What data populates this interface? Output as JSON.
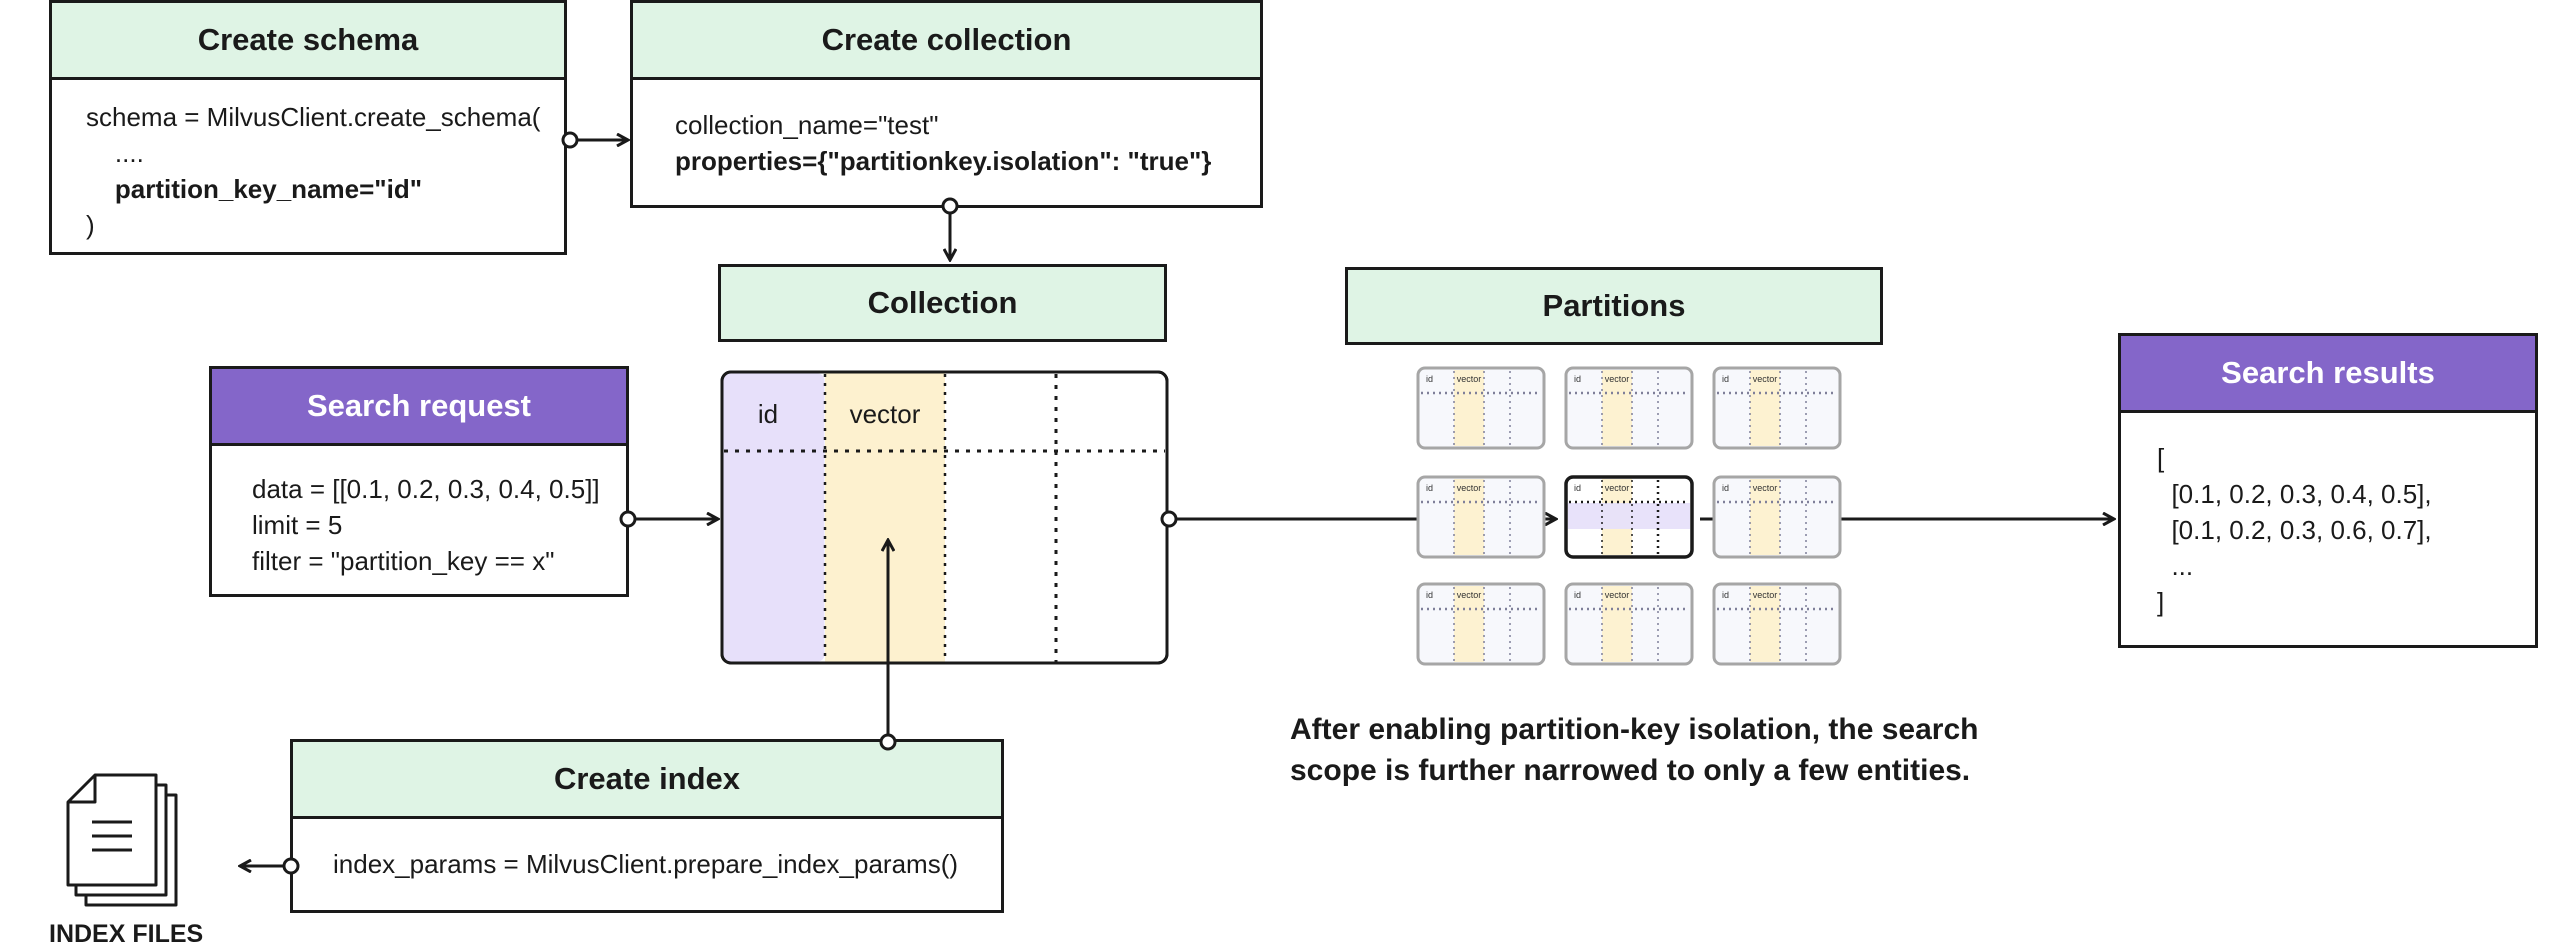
{
  "create_schema": {
    "title": "Create schema",
    "lines": [
      "schema = MilvusClient.create_schema(",
      "    ....",
      "    partition_key_name=\"id\"",
      ")"
    ]
  },
  "create_collection": {
    "title": "Create collection",
    "lines": [
      "collection_name=\"test\"",
      "properties={\"partitionkey.isolation\": \"true\"}"
    ]
  },
  "collection": {
    "title": "Collection",
    "col_id": "id",
    "col_vector": "vector"
  },
  "partitions": {
    "title": "Partitions",
    "mini_id": "id",
    "mini_vector": "vector"
  },
  "search_request": {
    "title": "Search request",
    "lines": [
      "data = [[0.1, 0.2, 0.3, 0.4, 0.5]]",
      "limit = 5",
      "filter = \"partition_key == x\""
    ]
  },
  "search_results": {
    "title": "Search results",
    "lines": [
      "[",
      "  [0.1, 0.2, 0.3, 0.4, 0.5],",
      "  [0.1, 0.2, 0.3, 0.6, 0.7],",
      "  ...",
      "]"
    ]
  },
  "create_index": {
    "title": "Create index",
    "line": "index_params = MilvusClient.prepare_index_params()"
  },
  "index_files": {
    "label": "INDEX FILES"
  },
  "caption": {
    "line1": "After enabling partition-key isolation, the search",
    "line2": "scope is further narrowed to only a few entities."
  },
  "colors": {
    "green_header": "#dff4e5",
    "purple_header": "#8466c9",
    "id_column": "#e7e0fa",
    "vector_column": "#fdf1cf"
  }
}
